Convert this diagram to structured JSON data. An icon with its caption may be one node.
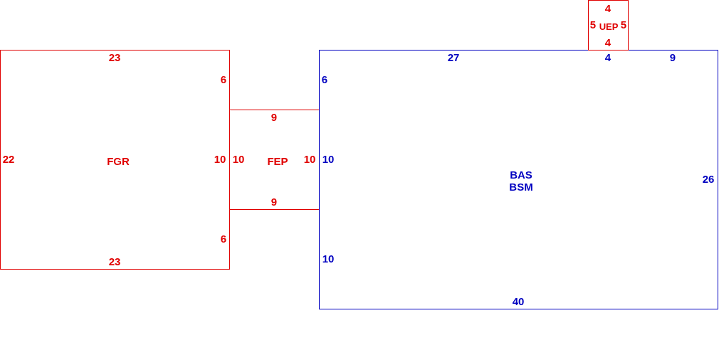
{
  "diagram": {
    "nodes": [
      {
        "text": [
          "23",
          "6",
          "22",
          "FGR",
          "10",
          "6",
          "23"
        ]
      },
      {
        "text": [
          "9",
          "10",
          "FEP",
          "10",
          "9"
        ]
      },
      {
        "text": [
          "27",
          "4",
          "9",
          "6",
          "10",
          "BAS",
          "26",
          "BSM",
          "10",
          "40"
        ]
      },
      {
        "text": [
          "4",
          "5",
          "UEP",
          "5",
          "4"
        ]
      }
    ]
  }
}
